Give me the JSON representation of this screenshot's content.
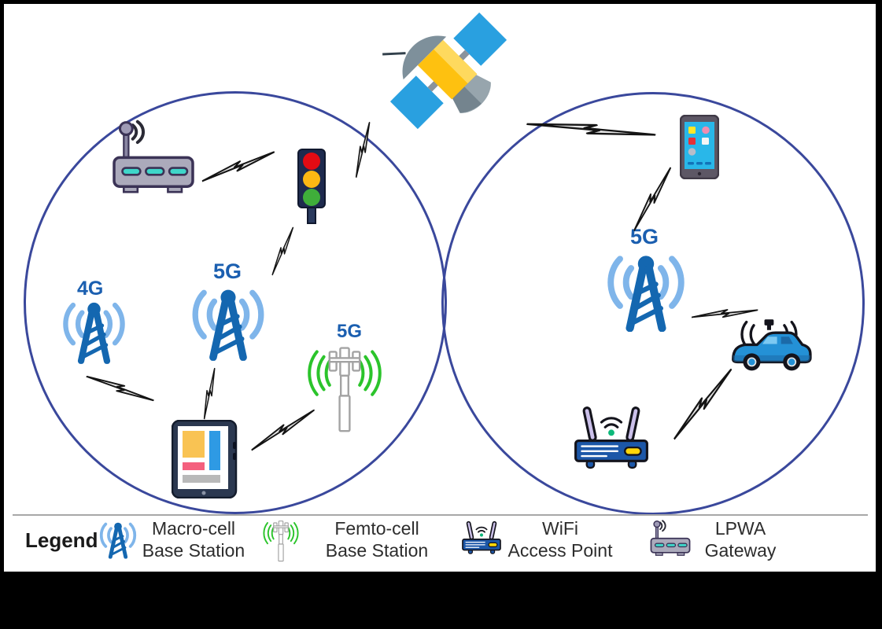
{
  "labels": {
    "left_small_cell": "4G",
    "left_macro_cell": "5G",
    "left_femto_cell": "5G",
    "right_macro_cell": "5G"
  },
  "legend": {
    "title": "Legend",
    "items": [
      {
        "name": "macro-cell-base-station",
        "line1": "Macro-cell",
        "line2": "Base Station"
      },
      {
        "name": "femto-cell-base-station",
        "line1": "Femto-cell",
        "line2": "Base Station"
      },
      {
        "name": "wifi-access-point",
        "line1": "WiFi",
        "line2": "Access Point"
      },
      {
        "name": "lpwa-gateway",
        "line1": "LPWA",
        "line2": "Gateway"
      }
    ]
  },
  "icons": {
    "satellite": "satellite-icon",
    "lpwa_gateway": "lpwa-gateway-icon",
    "traffic_light": "traffic-light-icon",
    "macro_tower": "cell-tower-icon",
    "femto_antenna": "femto-antenna-icon",
    "tablet": "tablet-icon",
    "smartphone": "smartphone-icon",
    "autonomous_car": "autonomous-car-icon",
    "wifi_router": "wifi-router-icon",
    "signal_link": "lightning-bolt-icon"
  },
  "colors": {
    "circle_stroke": "#3a489c",
    "tower_blue": "#1467b0",
    "wave_blue": "#7fb5ea",
    "label_blue": "#1b5fb0",
    "femto_green": "#2bc42b",
    "bolt_fill": "#e3e3e3",
    "frame_black": "#000000",
    "background": "#ffffff"
  }
}
